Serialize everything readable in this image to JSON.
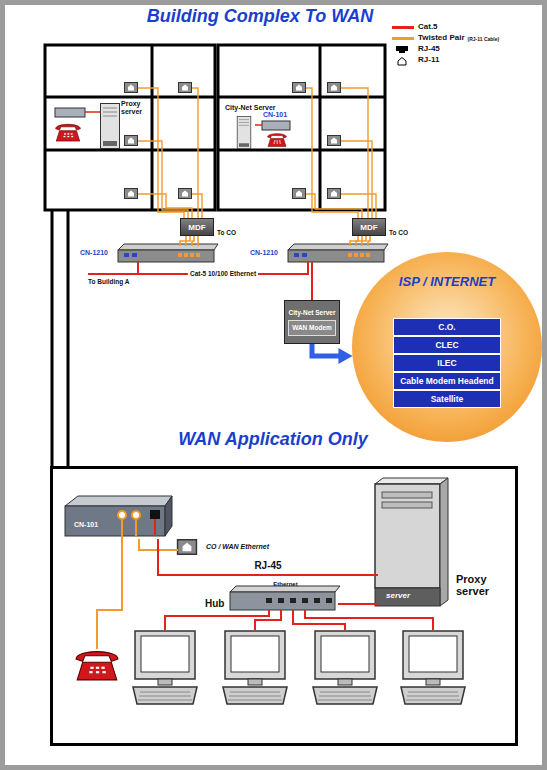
{
  "diagram": {
    "title": "Building Complex To WAN",
    "nodes": [
      {
        "text": [
          "Proxy server"
        ]
      },
      {
        "text": [
          "City-Net Server"
        ]
      },
      {
        "text": [
          "CN-101"
        ]
      },
      {
        "text": [
          "MDF"
        ]
      },
      {
        "text": [
          "MDF"
        ]
      },
      {
        "text": [
          "CN-1210"
        ]
      },
      {
        "text": [
          "CN-1210"
        ]
      },
      {
        "text": [
          "City-Net Server",
          "WAN Modem"
        ]
      },
      {
        "text": [
          "ISP / INTERNET"
        ]
      },
      {
        "text": [
          "C.O."
        ],
        "in": 8
      },
      {
        "text": [
          "CLEC"
        ],
        "in": 8
      },
      {
        "text": [
          "ILEC"
        ],
        "in": 8
      },
      {
        "text": [
          "Cable Modem Headend"
        ],
        "in": 8
      },
      {
        "text": [
          "Satellite"
        ],
        "in": 8
      },
      {
        "text": [
          "WAN Application Only"
        ]
      },
      {
        "text": [
          "CN-101"
        ],
        "in": 14
      },
      {
        "text": [
          "CO / WAN Ethernet"
        ],
        "in": 14
      },
      {
        "text": [
          "Hub",
          "Ethernet"
        ],
        "in": 14
      },
      {
        "text": [
          "server",
          "Proxy server"
        ],
        "in": 14
      }
    ],
    "edges": [
      {
        "from": 3,
        "to": 5,
        "arrow": "none"
      },
      {
        "from": 4,
        "to": 6,
        "arrow": "none"
      },
      {
        "from": 5,
        "to": 6,
        "label": "Cat-5 10/100 Ethernet",
        "arrow": "none"
      },
      {
        "from": 6,
        "to": 7,
        "arrow": "none"
      },
      {
        "from": 7,
        "to": 8,
        "arrow": "to"
      },
      {
        "from": 15,
        "to": 16,
        "arrow": "none"
      },
      {
        "from": 15,
        "to": 18,
        "label": "RJ-45",
        "arrow": "none"
      },
      {
        "from": 17,
        "to": 18,
        "arrow": "none"
      }
    ],
    "labels": [
      "To CO",
      "To CO",
      "To Building A",
      "(RJ-11 Cable)"
    ],
    "legend": [
      {
        "text": "Cat.5",
        "color": "#e3231b"
      },
      {
        "text": "Twisted Pair",
        "color": "#f39a2a"
      },
      {
        "text": "RJ-45"
      },
      {
        "text": "RJ-11"
      }
    ]
  }
}
